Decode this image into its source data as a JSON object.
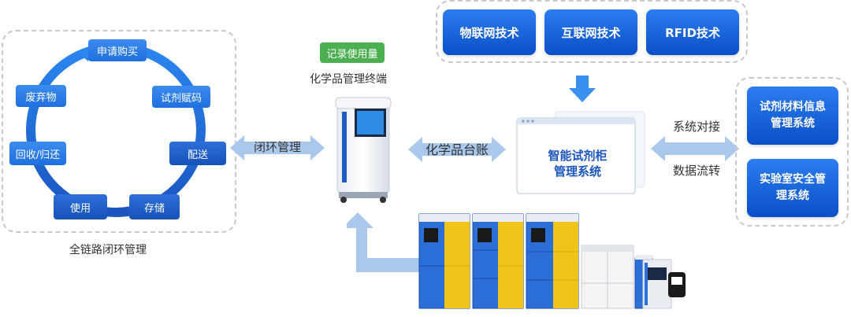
{
  "cycle": {
    "caption": "全链路闭环管理",
    "nodes": {
      "apply": "申请购买",
      "code": "试剂赋码",
      "deliver": "配送",
      "store": "存储",
      "use": "使用",
      "recycle": "回收/归还",
      "waste": "废弃物"
    }
  },
  "left_arrow_label": "闭环管理",
  "terminal": {
    "badge": "记录使用量",
    "title": "化学品管理终端"
  },
  "middle_arrow_label": "化学品台账",
  "tech": {
    "items": [
      "物联网技术",
      "互联网技术",
      "RFID技术"
    ]
  },
  "cabinet_system": {
    "line1": "智能试剂柜",
    "line2": "管理系统"
  },
  "right_arrows": {
    "top": "系统对接",
    "bottom": "数据流转"
  },
  "systems": {
    "info": {
      "line1": "试剂材料信息",
      "line2": "管理系统"
    },
    "safety": {
      "line1": "实验室安全管",
      "line2": "理系统"
    }
  },
  "colors": {
    "accent": "#1f6fe0",
    "badge": "#4caf50",
    "arrow": "#a9c8ec",
    "cabinet_yellow": "#f2c318",
    "cabinet_blue": "#2d6fd9"
  }
}
